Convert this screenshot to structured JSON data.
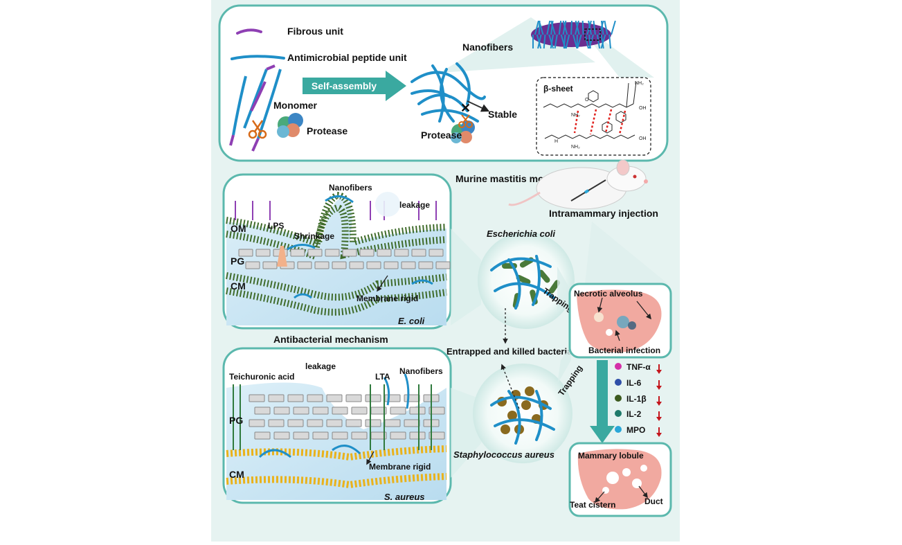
{
  "synthesis": {
    "fibrous_unit": "Fibrous unit",
    "amp_unit": "Antimicrobial peptide unit",
    "self_assembly": "Self-assembly",
    "monomer": "Monomer",
    "protease_left": "Protease",
    "nanofibers": "Nanofibers",
    "stable": "Stable",
    "protease_right": "Protease",
    "beta_sheet": "β-sheet",
    "chem_nh2": "NH₂",
    "chem_oh": "OH",
    "chem_o": "O",
    "chem_h": "H"
  },
  "ecoli_panel": {
    "nanofibers": "Nanofibers",
    "leakage": "leakage",
    "om": "OM",
    "lps": "LPS",
    "shrinkage": "Shrinkage",
    "pg": "PG",
    "cm": "CM",
    "membrane_rigid": "Membrane rigid",
    "species": "E. coli"
  },
  "mechanism_title": "Antibacterial mechanism",
  "saureus_panel": {
    "teichuronic": "Teichuronic acid",
    "leakage": "leakage",
    "lta": "LTA",
    "nanofibers": "Nanofibers",
    "pg": "PG",
    "cm": "CM",
    "membrane_rigid": "Membrane rigid",
    "species": "S. aureus"
  },
  "center": {
    "model_title": "Murine mastitis model",
    "injection": "Intramammary injection",
    "ecoli": "Escherichia coli",
    "saureus": "Staphylococcus aureus",
    "entrapped": "Entrapped  and killed bacteria",
    "trapping_top": "Trapping",
    "trapping_bottom": "Trapping"
  },
  "gland_infected": {
    "necrotic": "Necrotic alveolus",
    "infection": "Bacterial infection"
  },
  "cytokines": [
    {
      "label": "TNF-α",
      "color": "#d42fa8"
    },
    {
      "label": "IL-6",
      "color": "#2f4fa8"
    },
    {
      "label": "IL-1β",
      "color": "#3c5a1e"
    },
    {
      "label": "IL-2",
      "color": "#1f7a6a"
    },
    {
      "label": "MPO",
      "color": "#2aa7d8"
    }
  ],
  "gland_healthy": {
    "lobule": "Mammary lobule",
    "cistern": "Teat cistern",
    "duct": "Duct"
  },
  "colors": {
    "panel_border": "#5bb8ad",
    "fiber_blue": "#1f8fc8",
    "fiber_purple": "#8e3fb3",
    "arrow_teal": "#3aa9a0",
    "tissue_pink": "#f1a9a0",
    "lipid_green": "#3f6b2a",
    "lipid_yellow": "#e9b21c",
    "down_arrow_red": "#c4151c"
  }
}
